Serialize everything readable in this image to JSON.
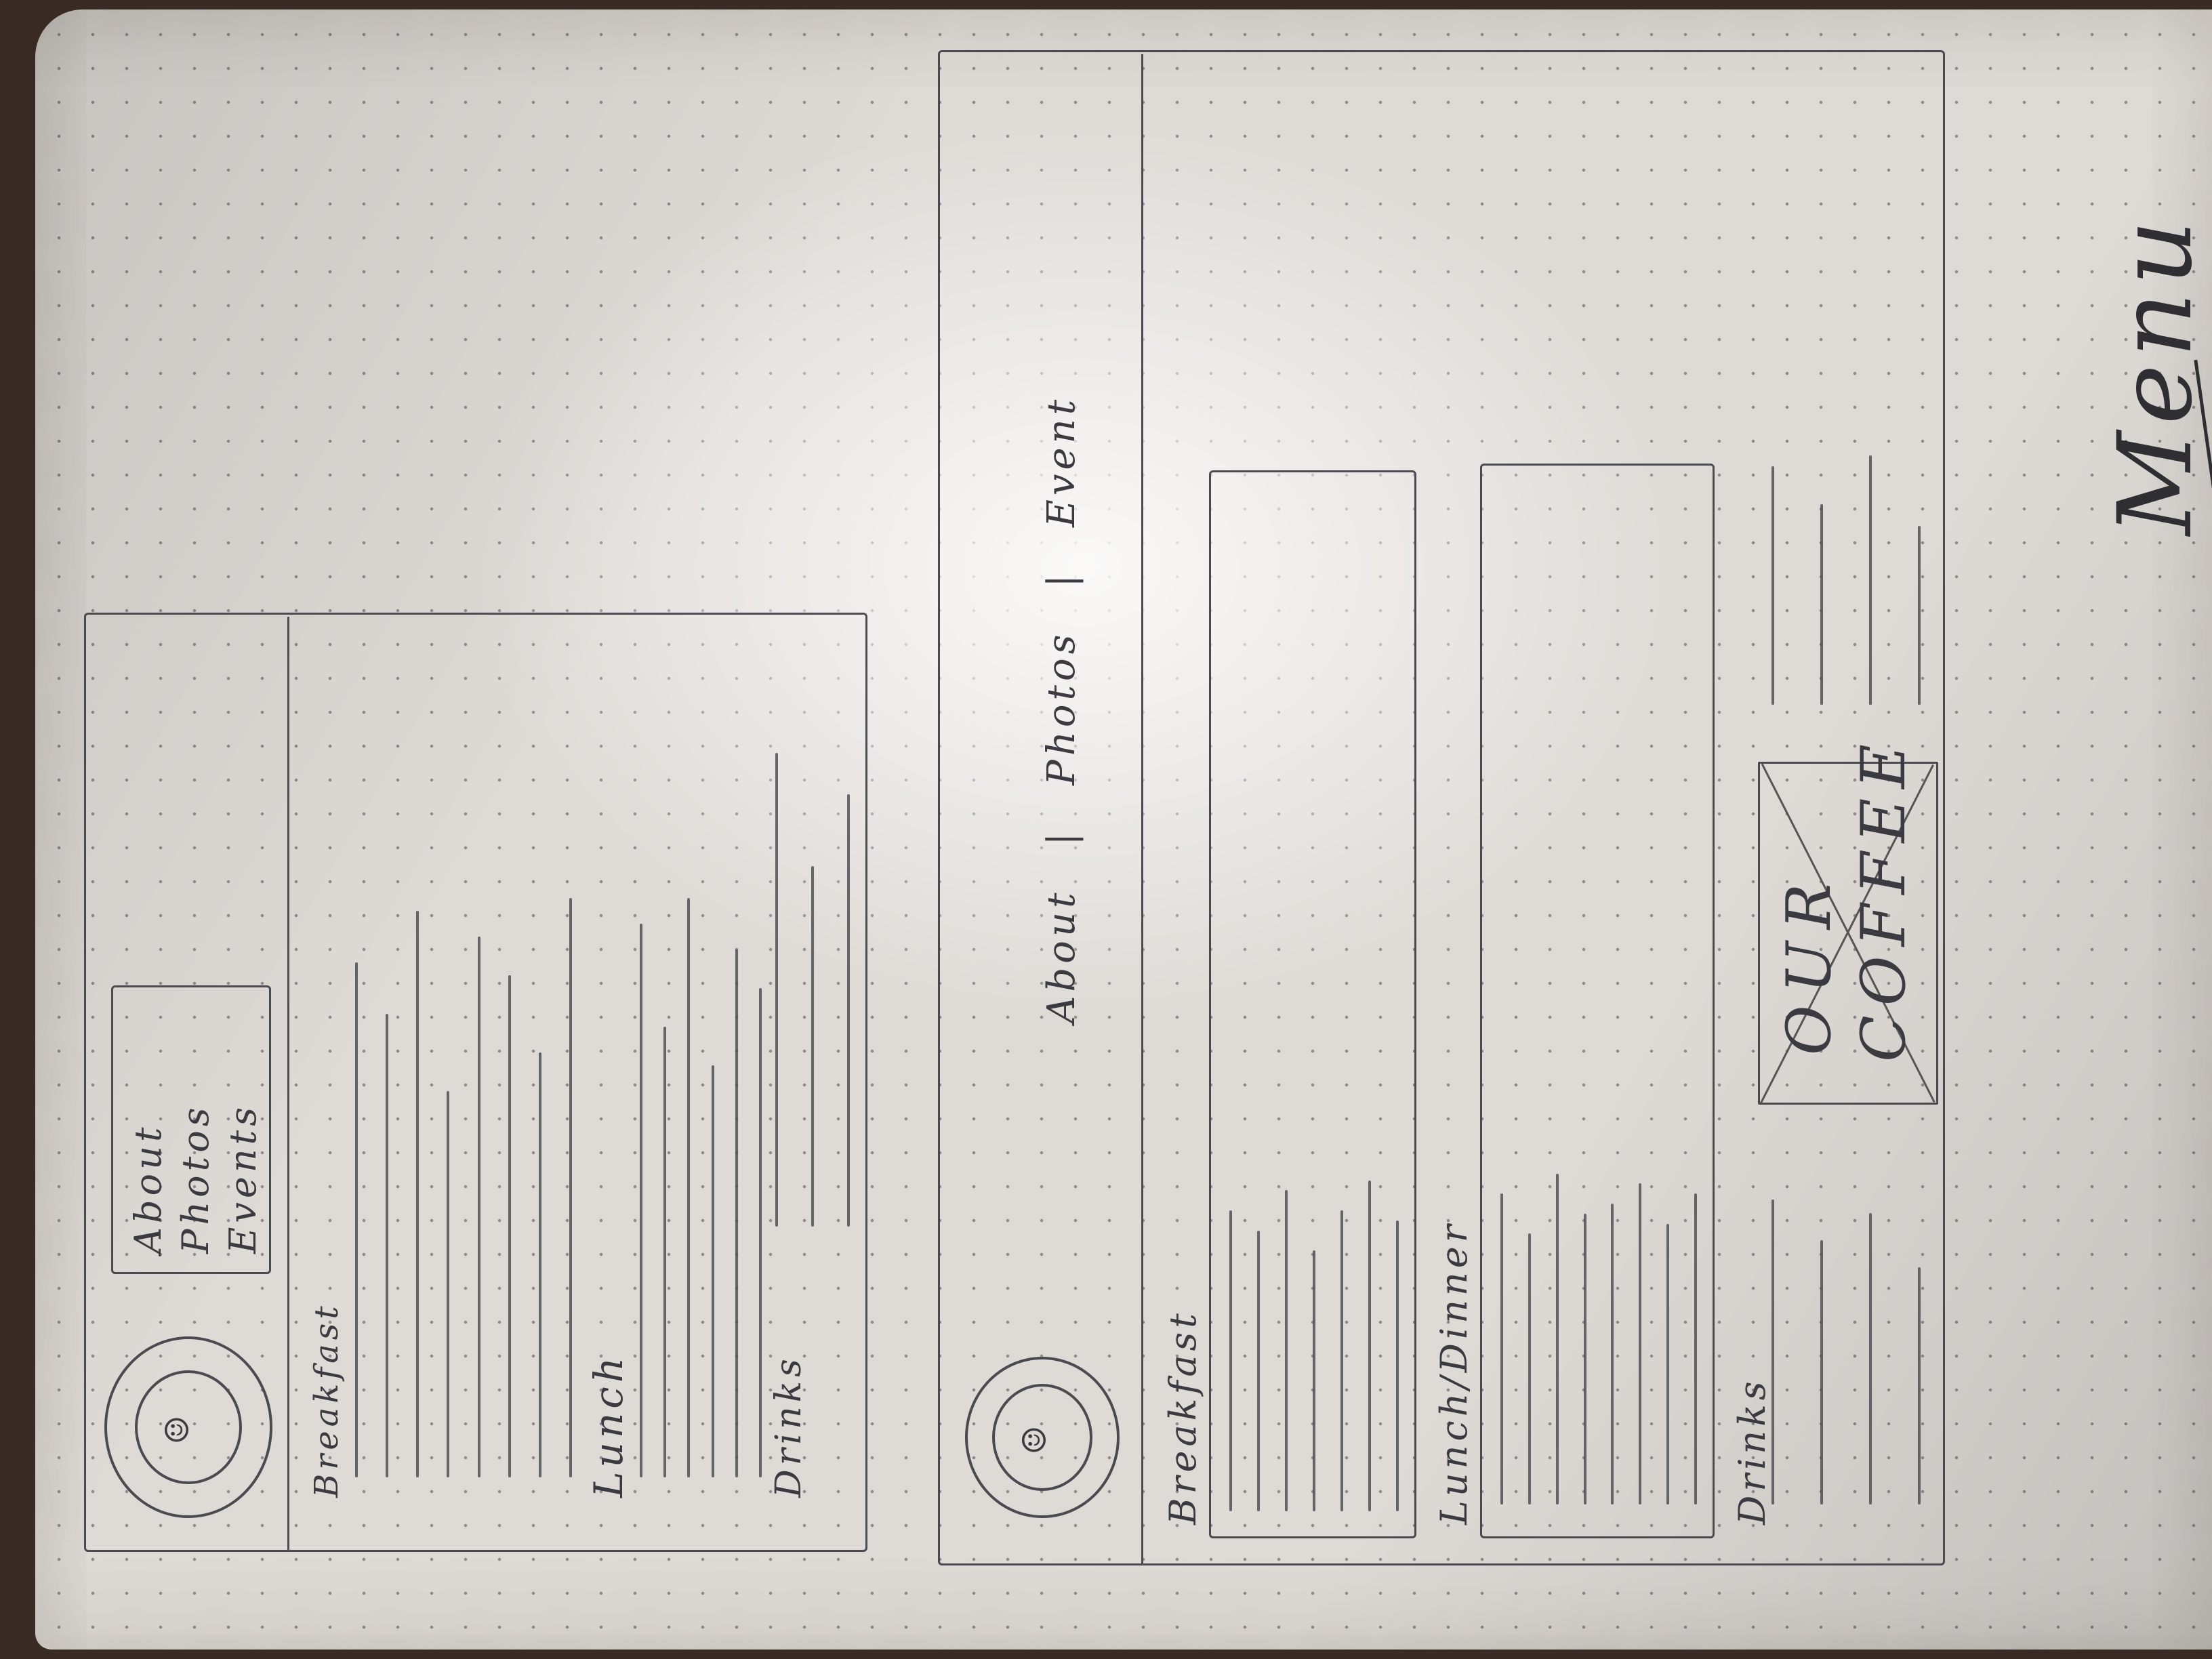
{
  "sketch": {
    "caption": "Menu",
    "mobile": {
      "nav_items": [
        "About",
        "Photos",
        "Events"
      ],
      "sections": [
        "Breakfast",
        "Lunch",
        "Drinks"
      ]
    },
    "desktop": {
      "nav_items": [
        "About",
        "Photos",
        "Event"
      ],
      "sections": [
        "Breakfast",
        "Lunch/Dinner",
        "Drinks"
      ],
      "image_placeholder": [
        "OUR",
        "COFFEE"
      ]
    }
  },
  "colors": {
    "paper": "#dedad6",
    "pencil": "#4a4a50",
    "desk": "#3a2a24"
  }
}
